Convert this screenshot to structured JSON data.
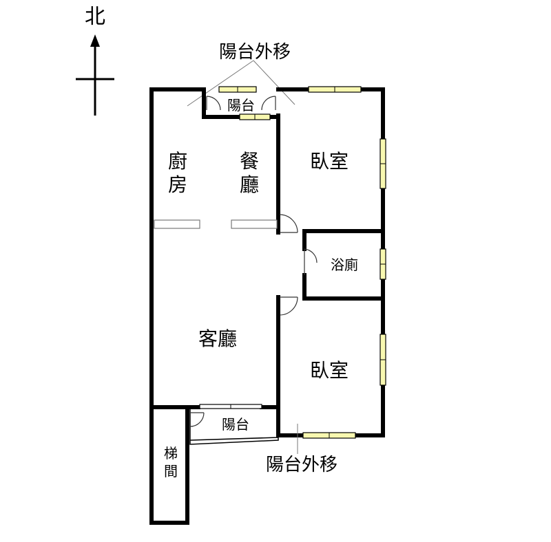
{
  "compass": {
    "label": "北",
    "icon": "north-arrow-icon"
  },
  "annotations": {
    "balcony_top": "陽台外移",
    "balcony_bottom": "陽台外移"
  },
  "rooms": {
    "kitchen": [
      "廚",
      "房"
    ],
    "dining": [
      "餐",
      "廳"
    ],
    "bedroom_north": "臥室",
    "bathroom": "浴廁",
    "living": "客廳",
    "bedroom_south": "臥室",
    "balcony_north": "陽台",
    "balcony_south": "陽台",
    "stairwell": [
      "梯",
      "間"
    ]
  },
  "colors": {
    "wall": "#000000",
    "window_fill": "#f8f8b0"
  }
}
